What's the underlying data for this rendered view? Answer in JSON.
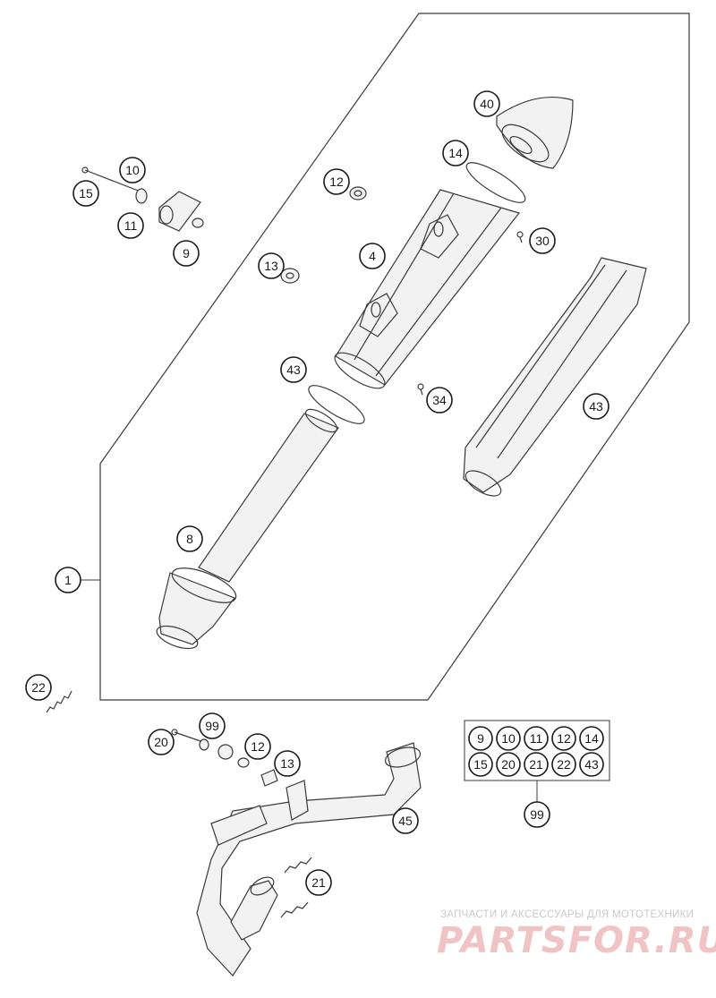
{
  "diagram": {
    "callouts": [
      "1",
      "4",
      "8",
      "9",
      "10",
      "11",
      "12",
      "13",
      "14",
      "15",
      "20",
      "21",
      "22",
      "30",
      "34",
      "40",
      "43",
      "45",
      "99"
    ]
  },
  "kit_box": {
    "items_row1": [
      "9",
      "10",
      "11",
      "12",
      "14"
    ],
    "items_row2": [
      "15",
      "20",
      "21",
      "22",
      "43"
    ],
    "label": "99"
  },
  "watermark": {
    "caption": "ЗАПЧАСТИ И АКСЕССУАРЫ ДЛЯ МОТОТЕХНИКИ",
    "logo": "PARTSFOR.RU"
  },
  "colors": {
    "line": "#3a3a3a",
    "watermark_logo": "#f0c4c4",
    "watermark_text": "#c9c9c9"
  }
}
